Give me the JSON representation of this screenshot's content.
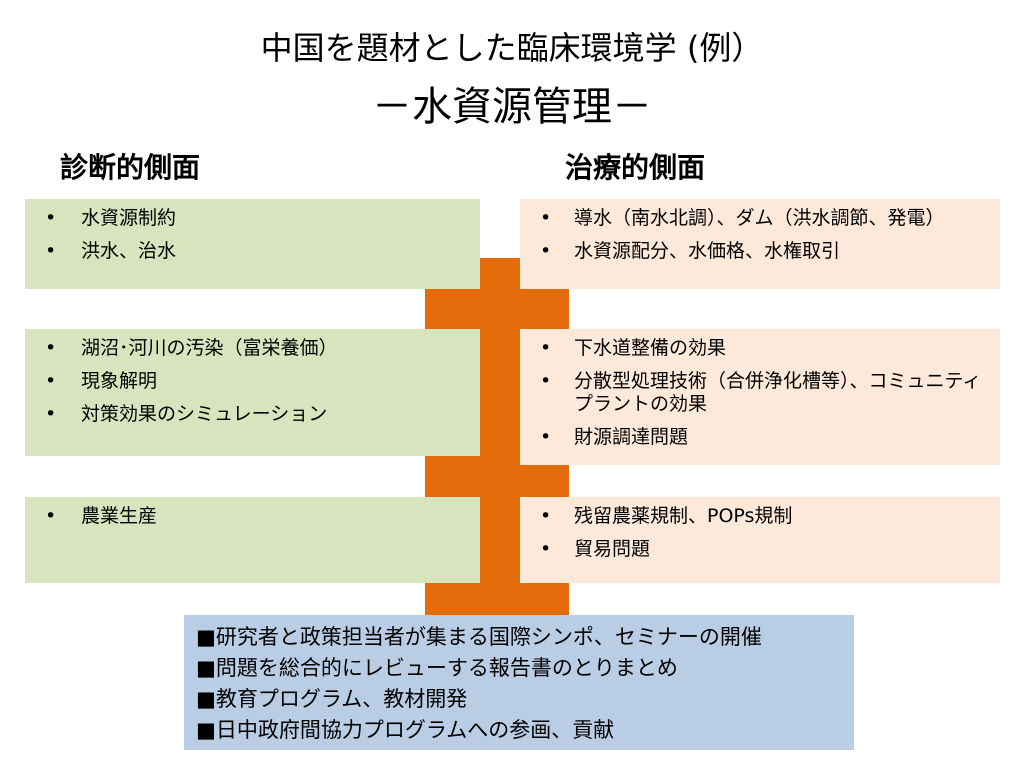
{
  "title": {
    "line1": "中国を題材とした臨床環境学 (例）",
    "line2": "－水資源管理－"
  },
  "headings": {
    "diagnostic": "診断的側面",
    "treatment": "治療的側面"
  },
  "bullet_glyph": "•",
  "diagnostic_boxes": [
    {
      "items": [
        "水資源制約",
        "洪水、治水"
      ]
    },
    {
      "items": [
        "湖沼･河川の汚染（富栄養価）",
        "現象解明",
        "対策効果のシミュレーション"
      ]
    },
    {
      "items": [
        "農業生産"
      ]
    }
  ],
  "treatment_boxes": [
    {
      "items": [
        "導水（南水北調）、ダム（洪水調節、発電）",
        "水資源配分、水価格、水権取引"
      ]
    },
    {
      "items": [
        "下水道整備の効果",
        "分散型処理技術（合併浄化槽等）、コミュニティプラントの効果",
        "財源調達問題"
      ]
    },
    {
      "items": [
        "残留農薬規制、POPs規制",
        "貿易問題"
      ]
    }
  ],
  "activities": [
    "■研究者と政策担当者が集まる国際シンポ、セミナーの開催",
    "■問題を総合的にレビューする報告書のとりまとめ",
    "■教育プログラム、教材開発",
    "■日中政府間協力プログラムへの参画、貢献"
  ],
  "colors": {
    "diagnostic_fill": "#d7e4bd",
    "treatment_fill": "#fde9d9",
    "connector": "#e46c0a",
    "activities_fill": "#b9cde5"
  }
}
